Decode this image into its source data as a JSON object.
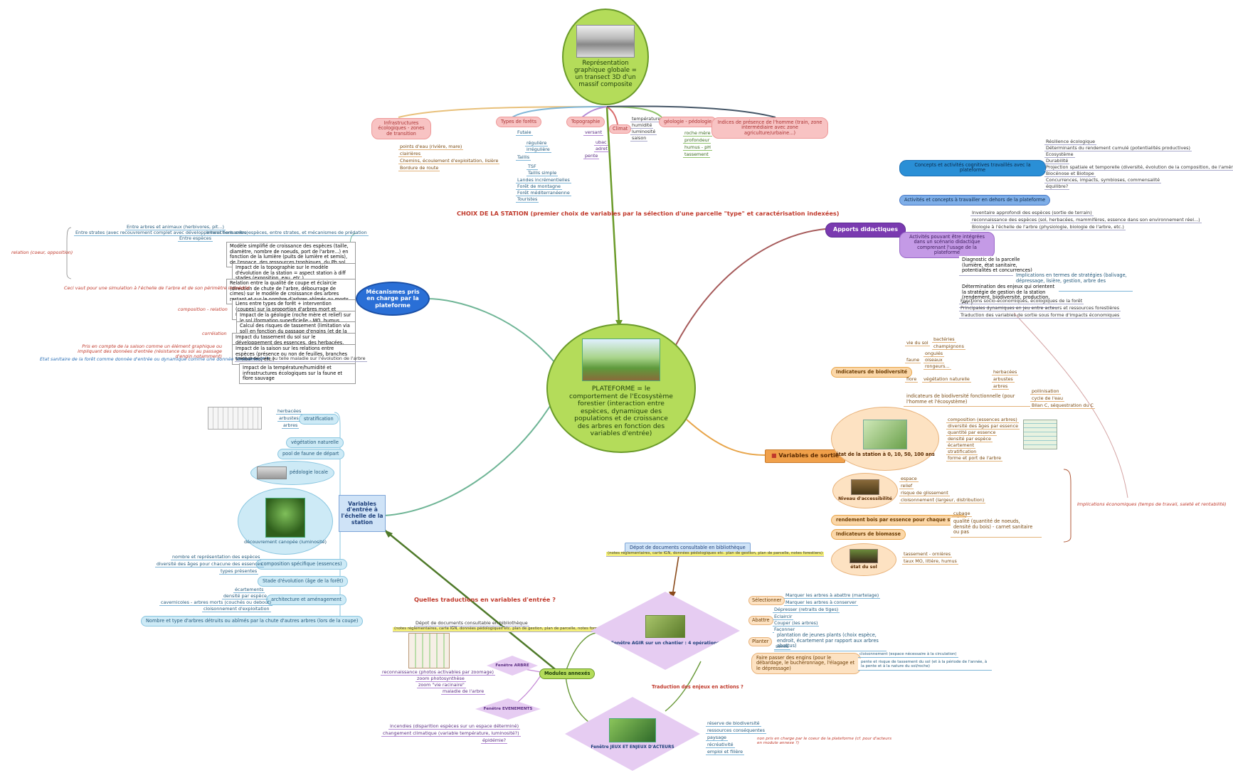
{
  "top": {
    "title": "Représentation graphique globale = un transect 3D d'un massif composite",
    "branches": [
      {
        "label": "Infrastructures écologiques - zones de transition",
        "leaves": [
          "points d'eau (rivière, mare)",
          "clairières",
          "Chemins, écoulement d'exploitation, lisière",
          "Bordure de route"
        ]
      },
      {
        "label": "Types de forêts",
        "leaves": [
          "Futaie",
          "régulière",
          "irrégulière",
          "Taillis",
          "TSF",
          "Taillis simple",
          "Landes incrémentielles",
          "Forêt de montagne",
          "Forêt méditerranéenne",
          "Touristes"
        ]
      },
      {
        "label": "Topographie",
        "leaves": [
          "versant",
          "ubac",
          "adret",
          "pente"
        ]
      },
      {
        "label": "Climat",
        "leaves": [
          "température",
          "humidité",
          "luminosité",
          "saison"
        ]
      },
      {
        "label": "géologie - pédologie",
        "leaves": [
          "roche mère",
          "profondeur",
          "humus - pH",
          "tassement"
        ]
      },
      {
        "label": "Indices de présence de l'homme (train, zone intermédiaire avec zone agriculture/urbaine...)",
        "leaves": []
      }
    ]
  },
  "station_choice": "CHOIX DE LA STATION (premier choix de variables par la sélection d'une parcelle \"type\" et caractérisation indexées)",
  "center": {
    "title": "PLATEFORME = le comportement de l'Ecosystème forestier (interaction entre espèces, dynamique des populations et de croissance des arbres en fonction des variables d'entrée)"
  },
  "mechanisms": {
    "title": "Mécanismes pris en charge par la plateforme",
    "items": [
      "Interactions entre espèces, entre strates, et mécanismes de prédation",
      "Modèle simplifié de croissance des espèces (taille, diamètre, nombre de noeuds, port de l'arbre...) en fonction de la lumière (puits de lumière et semis), de l'espace, des ressources trophiques, du Ph sol...",
      "Impact de la topographie sur le modèle d'évolution de la station = aspect station à diff stades (exposition, eau, etc.)",
      "Relation entre la qualité de coupe et éclaircie (direction de chute de l'arbre, débourrage de cimes) sur le modèle de croissance des arbres restant et sur le nombre d'arbres abîmés ou morts",
      "Liens entre types de forêt + intervention (coupes) sur la proportion d'arbres mort et niveau d'humus",
      "Impact de la géologie (roche mère et relief) sur le sol (formation superficielle - MO, humus, profondeur, pH)",
      "Calcul des risques de tassement (limitation via sol) en fonction du passage d'engins (et de la saison)",
      "Impact du tassement du sol sur le développement des essences, des herbacées, des arbustes et de la vie du sol",
      "Impact de la saison sur les relations entre espèces (présence ou non de feuilles, branches tombantes, etc.)",
      "Impact de telle ou telle maladie sur l'évolution de l'arbre",
      "Impact de la température/humidité et infrastructures écologiques sur la faune et flore sauvage"
    ],
    "sub_items": [
      "Entre arbres et animaux (herbivores, pit...)",
      "Entre strates (avec recouvrement complet avec développement herbacées)",
      "Entre espèces"
    ],
    "red_notes": [
      "relation (coeur, opposition)",
      "Ceci vaut pour une simulation à l'échelle de l'arbre et de son périmètre immédiat",
      "composition - relation",
      "corrélation",
      "Pris en compte de la saison comme un élément graphique ou impliquant des données d'entrée (résistance du sol au passage d'engin notamment)",
      "Etat sanitaire de la forêt comme donnée d'entrée ou dynamique comme une donnée \"évènement\" ?"
    ]
  },
  "inputs": {
    "title": "Variables d'entrée à l'échelle de la station",
    "stratification": {
      "label": "stratification",
      "leaves": [
        "herbacées",
        "arbustes",
        "arbres"
      ]
    },
    "items": [
      "végétation naturelle",
      "pool de faune de départ",
      "pédologie locale",
      "découvrement canopée (luminosité)",
      "composition spécifique (essences)",
      "Stade d'évolution (âge de la forêt)",
      "architecture et aménagement",
      "Nombre et type d'arbres détruits ou abîmés par la chute d'autres arbres (lors de la coupe)"
    ],
    "composition_leaves": [
      "nombre et représentation des espèces",
      "diversité des âges pour chacune des essences",
      "types présentes"
    ],
    "architecture_leaves": [
      "écartements",
      "densité par espèce",
      "cavernicoles - arbres morts (couchés ou debout)",
      "cloisonnement d'exploitation"
    ]
  },
  "didactic": {
    "title": "Apports didactiques",
    "groups": [
      {
        "label": "Concepts et activités cognitives travaillés avec la plateforme",
        "leaves": [
          "Résilience écologique",
          "Déterminants du rendement cumulé (potentialités productives)",
          "Ecosystème",
          "Durabilité",
          "Projection spatiale et temporelle (diversité, évolution de la composition, de l'aménagement...)",
          "Biocénose et Biotope",
          "Concurrences, impacts, symbioses, commensalité",
          "équilibre?"
        ]
      },
      {
        "label": "Activités et concepts à travailler en dehors de la plateforme",
        "leaves": [
          "Inventaire approfondi des espèces (sortie de terrain)",
          "reconnaissance des espèces (sol, herbacées, mammifères, essence dans son environnement réel...)",
          "Biologie à l'échelle de l'arbre (physiologie, biologie de l'arbre, etc.)"
        ]
      },
      {
        "label": "Activités pouvant être intégrées dans un scénario didactique comprenant l'usage de la plateforme",
        "leaves": [
          "Diagnostic de la parcelle (lumière, état sanitaire, potentialités et concurrences)",
          "Implications en termes de stratégies (balivage, dépressage, lisière, gestion, arbre des opérations...)",
          "Détermination des enjeux qui orientent la stratégie de gestion de la station (rendement, biodiversité, production, etc.)",
          "Fonctions socio-économiques, écologiques de la forêt",
          "Principales dynamiques en jeu entre acteurs et ressources forestières",
          "Traduction des variables de sortie sous forme d'impacts économiques"
        ]
      }
    ]
  },
  "outputs": {
    "title": "Variables de sortie",
    "biodiversity": {
      "label": "Indicateurs de biodiversité",
      "rows": [
        {
          "label": "vie du sol",
          "leaves": [
            "bactéries",
            "champignons"
          ]
        },
        {
          "label": "faune",
          "leaves": [
            "ongulés",
            "oiseaux",
            "rongeurs..."
          ]
        },
        {
          "label": "flore",
          "sub": "végétation naturelle",
          "leaves": [
            "herbacées",
            "arbustes",
            "arbres"
          ]
        },
        {
          "label": "indicateurs de biodiversité fonctionnelle (pour l'homme et l'écosystème)",
          "leaves": [
            "pollinisation",
            "cycle de l'eau",
            "Bilan C, séquestration du C"
          ]
        }
      ]
    },
    "state": {
      "label": "état de la station à 0, 10, 50, 100 ans",
      "leaves": [
        "composition (essences arbres)",
        "diversité des âges par essence",
        "quantité par essence",
        "densité par espèce",
        "écartement",
        "stratification",
        "forme et port de l'arbre"
      ]
    },
    "access": {
      "label": "Niveau d'accessibilité",
      "leaves": [
        "espace",
        "relief",
        "risque de glissement",
        "cloisonnement (largeur, distribution)"
      ]
    },
    "wood": {
      "label": "rendement bois par essence pour chaque stade",
      "leaves": [
        "cubage",
        "qualité (quantité de noeuds, densité du bois) - carnet sanitaire ou pas"
      ]
    },
    "biomass": {
      "label": "Indicateurs de biomasse"
    },
    "soil": {
      "label": "état du sol",
      "leaves": [
        "tassement - ornières",
        "taux MO, litière, humus"
      ]
    },
    "econ_note": "Implications économiques (temps de travail, saleté et rentabilité)"
  },
  "modules": {
    "title": "Modules annexés",
    "question": "Quelles traductions en variables d'entrée ?",
    "deposit_top": "Dépot de documents consultable en bibliothèque",
    "deposit_top_note": "(notes réglementaires, carte IGN, données pédologiques etc. plan de gestion, plan de parcelle, notes forestiers)",
    "deposit_left": "Dépot de documents consultable en bibliothèque",
    "deposit_left_note": "(notes réglementaires, carte IGN, données pédologiques etc. plan de gestion, plan de parcelle, notes forestiers)",
    "act": {
      "label": "Fenêtre AGIR sur un chantier : 4 opérations",
      "groups": [
        {
          "label": "Sélectionner",
          "leaves": [
            "Marquer les arbres à abattre (martelage)",
            "Marquer les arbres à conserver"
          ]
        },
        {
          "label": "Abattre",
          "leaves": [
            "Dépresser (retraits de tiges)",
            "Eclaircir",
            "Couper (les arbres)",
            "Façonner"
          ]
        },
        {
          "label": "Planter",
          "leaves": [
            "plantation de jeunes plants (choix espèce, endroit, écartement par rapport aux arbres abattus)",
            "semis"
          ]
        },
        {
          "label": "Faire passer des engins (pour le débardage, le bucheronnage, l'élagage et le dépressage)",
          "leaves": [
            "cloisonnement (espace nécessaire à la circulation)",
            "pente et risque de tassement du sol (et à la période de l'année, à la pente et à la nature du sol/roche)"
          ]
        }
      ]
    },
    "tree": {
      "label": "Fenêtre ARBRE",
      "leaves": [
        "reconnaissance (photos activables par zoomage)",
        "zoom photosynthèse",
        "zoom \"vie racinaire\"",
        "maladie de l'arbre"
      ]
    },
    "events": {
      "label": "Fenêtre EVENEMENTS",
      "leaves": [
        "incendies (disparition espèces sur un espace déterminé)",
        "changement climatique (variable température, luminosité?)",
        "épidémie?"
      ]
    },
    "stakes": {
      "label": "Fenêtre JEUX ET ENJEUX D'ACTEURS",
      "leaves": [
        "réserve de biodiversité",
        "ressources conséquentes",
        "paysage",
        "récréativité",
        "emploi et filière"
      ]
    },
    "stakes_translation": "Traduction des enjeux en actions ?",
    "stakes_note": "non pris en charge par le coeur de la plateforme (cf. pour d'acteurs en module annexe ?)"
  }
}
